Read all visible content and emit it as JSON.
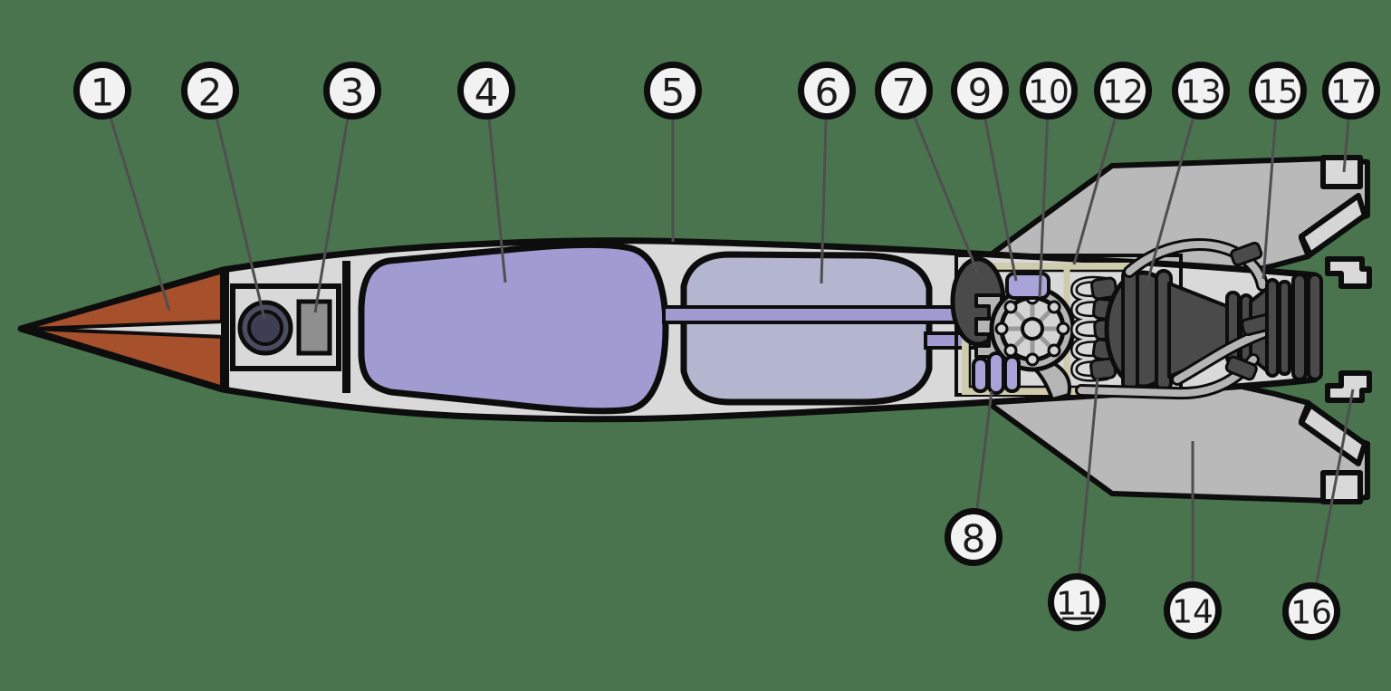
{
  "figure": {
    "type": "technical cutaway diagram",
    "subject": "rocket longitudinal cross-section with numbered part callouts",
    "callouts": [
      {
        "label": "1",
        "underlined": false
      },
      {
        "label": "2",
        "underlined": false
      },
      {
        "label": "3",
        "underlined": false
      },
      {
        "label": "4",
        "underlined": false
      },
      {
        "label": "5",
        "underlined": false
      },
      {
        "label": "6",
        "underlined": false
      },
      {
        "label": "7",
        "underlined": false
      },
      {
        "label": "8",
        "underlined": false
      },
      {
        "label": "9",
        "underlined": false
      },
      {
        "label": "10",
        "underlined": false
      },
      {
        "label": "11",
        "underlined": true
      },
      {
        "label": "12",
        "underlined": false
      },
      {
        "label": "13",
        "underlined": false
      },
      {
        "label": "14",
        "underlined": false
      },
      {
        "label": "15",
        "underlined": false
      },
      {
        "label": "16",
        "underlined": false
      },
      {
        "label": "17",
        "underlined": false
      }
    ]
  },
  "colors": {
    "background": "#4a744e",
    "hull": "#d9d9d9",
    "nose_cone": "#a6502c",
    "fin": "#b9b9b9",
    "fin_rudder": "#d6d6d6",
    "tank_forward": "#a09cd2",
    "tank_aft": "#b4b6d0",
    "pipe": "#a09cd2",
    "gyro_dark": "#4b4b61",
    "gyro_inner": "#3e3e52",
    "equipment_gray": "#8f8f8f",
    "engine_dark": "#4a4a4a",
    "frame_khaki": "#cfcbad",
    "pump_gray": "#b5b5b5",
    "wheel_light": "#d4d4d4",
    "bottle_purple": "#a8a4da",
    "callout_fill": "#f2f2f2",
    "leader_line": "#4f4f4f"
  }
}
